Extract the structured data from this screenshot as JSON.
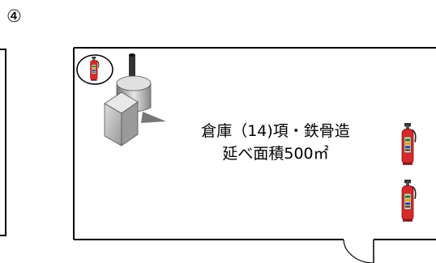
{
  "figure": {
    "step_number": "④",
    "building_label_line1": "倉庫（14)項・鉄骨造",
    "building_label_line2": "延べ面積500㎡"
  },
  "icons": {
    "extinguisher": "fire-extinguisher-icon",
    "equipment": "tank-equipment-icon"
  },
  "colors": {
    "wall": "#000000",
    "extinguisher_body": "#d42a2a",
    "equipment_fill": "#cccccc"
  }
}
